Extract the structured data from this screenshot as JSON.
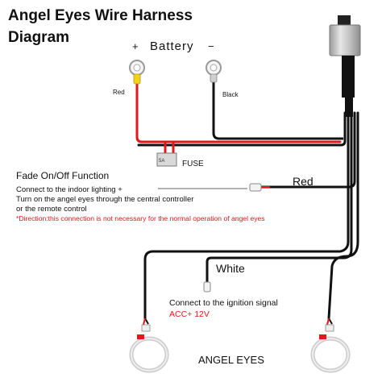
{
  "title": {
    "line1": "Angel Eyes Wire Harness",
    "line2": "Diagram"
  },
  "battery": {
    "label": "Battery",
    "plus_symbol": "+",
    "minus_symbol": "−",
    "positive_wire": "Red",
    "negative_wire": "Black"
  },
  "fuse": {
    "label": "FUSE",
    "rating": "5A"
  },
  "fade_function": {
    "title": "Fade On/Off Function",
    "line1": "Connect to the indoor lighting +",
    "line2": "Turn on the angel eyes through the central controller",
    "line3": "or the remote control",
    "note": "*Direction:this connection is not necessary for the normal operation of angel eyes"
  },
  "wires": {
    "red": "Red",
    "white": "White"
  },
  "ignition": {
    "line1": "Connect to the ignition signal",
    "line2": "ACC+ 12V"
  },
  "angel_eyes_label": "ANGEL EYES",
  "colors": {
    "wire_red": "#e0181b",
    "wire_black": "#111111",
    "text": "#111111",
    "note_red": "#e0181b",
    "relay_silver": "#c8c8c8",
    "terminal_yellow": "#f2d31b"
  },
  "icons": [
    "relay-icon",
    "ring-terminal-icon",
    "fuse-icon",
    "angel-eye-ring-icon",
    "bullet-connector-icon"
  ]
}
